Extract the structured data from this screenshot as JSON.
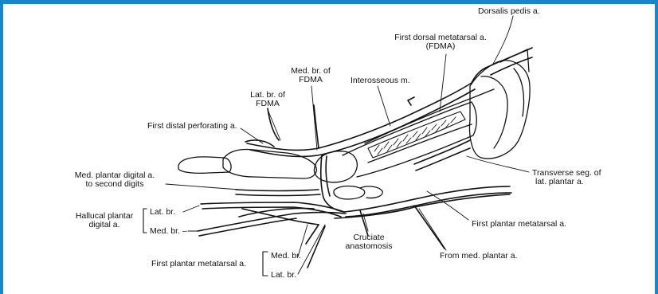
{
  "labels": {
    "dorsalis_pedis": "Dorsalis pedis a.",
    "fdma_line1": "First dorsal metatarsal a.",
    "fdma_line2": "(FDMA)",
    "med_br_fdma_line1": "Med. br. of",
    "med_br_fdma_line2": "FDMA",
    "interosseous": "Interosseous m.",
    "lat_br_fdma_line1": "Lat. br. of",
    "lat_br_fdma_line2": "FDMA",
    "first_distal_perforating": "First distal perforating a.",
    "med_plantar_digital_line1": "Med. plantar digital a.",
    "med_plantar_digital_line2": "to second digits",
    "hallucal_line1": "Hallucal plantar",
    "hallucal_line2": "digital a.",
    "hallucal_lat_br": "Lat. br.",
    "hallucal_med_br": "Med. br. –",
    "transverse_line1": "Transverse seg. of",
    "transverse_line2": "lat. plantar a.",
    "first_plantar_metatarsal_right": "First plantar metatarsal a.",
    "cruciate_line1": "Cruciate",
    "cruciate_line2": "anastomosis",
    "from_med_plantar": "From med. plantar a.",
    "first_plantar_metatarsal_bottom": "First plantar metatarsal a.",
    "bottom_med_br": "Med. br.",
    "bottom_lat_br": "Lat. br."
  }
}
